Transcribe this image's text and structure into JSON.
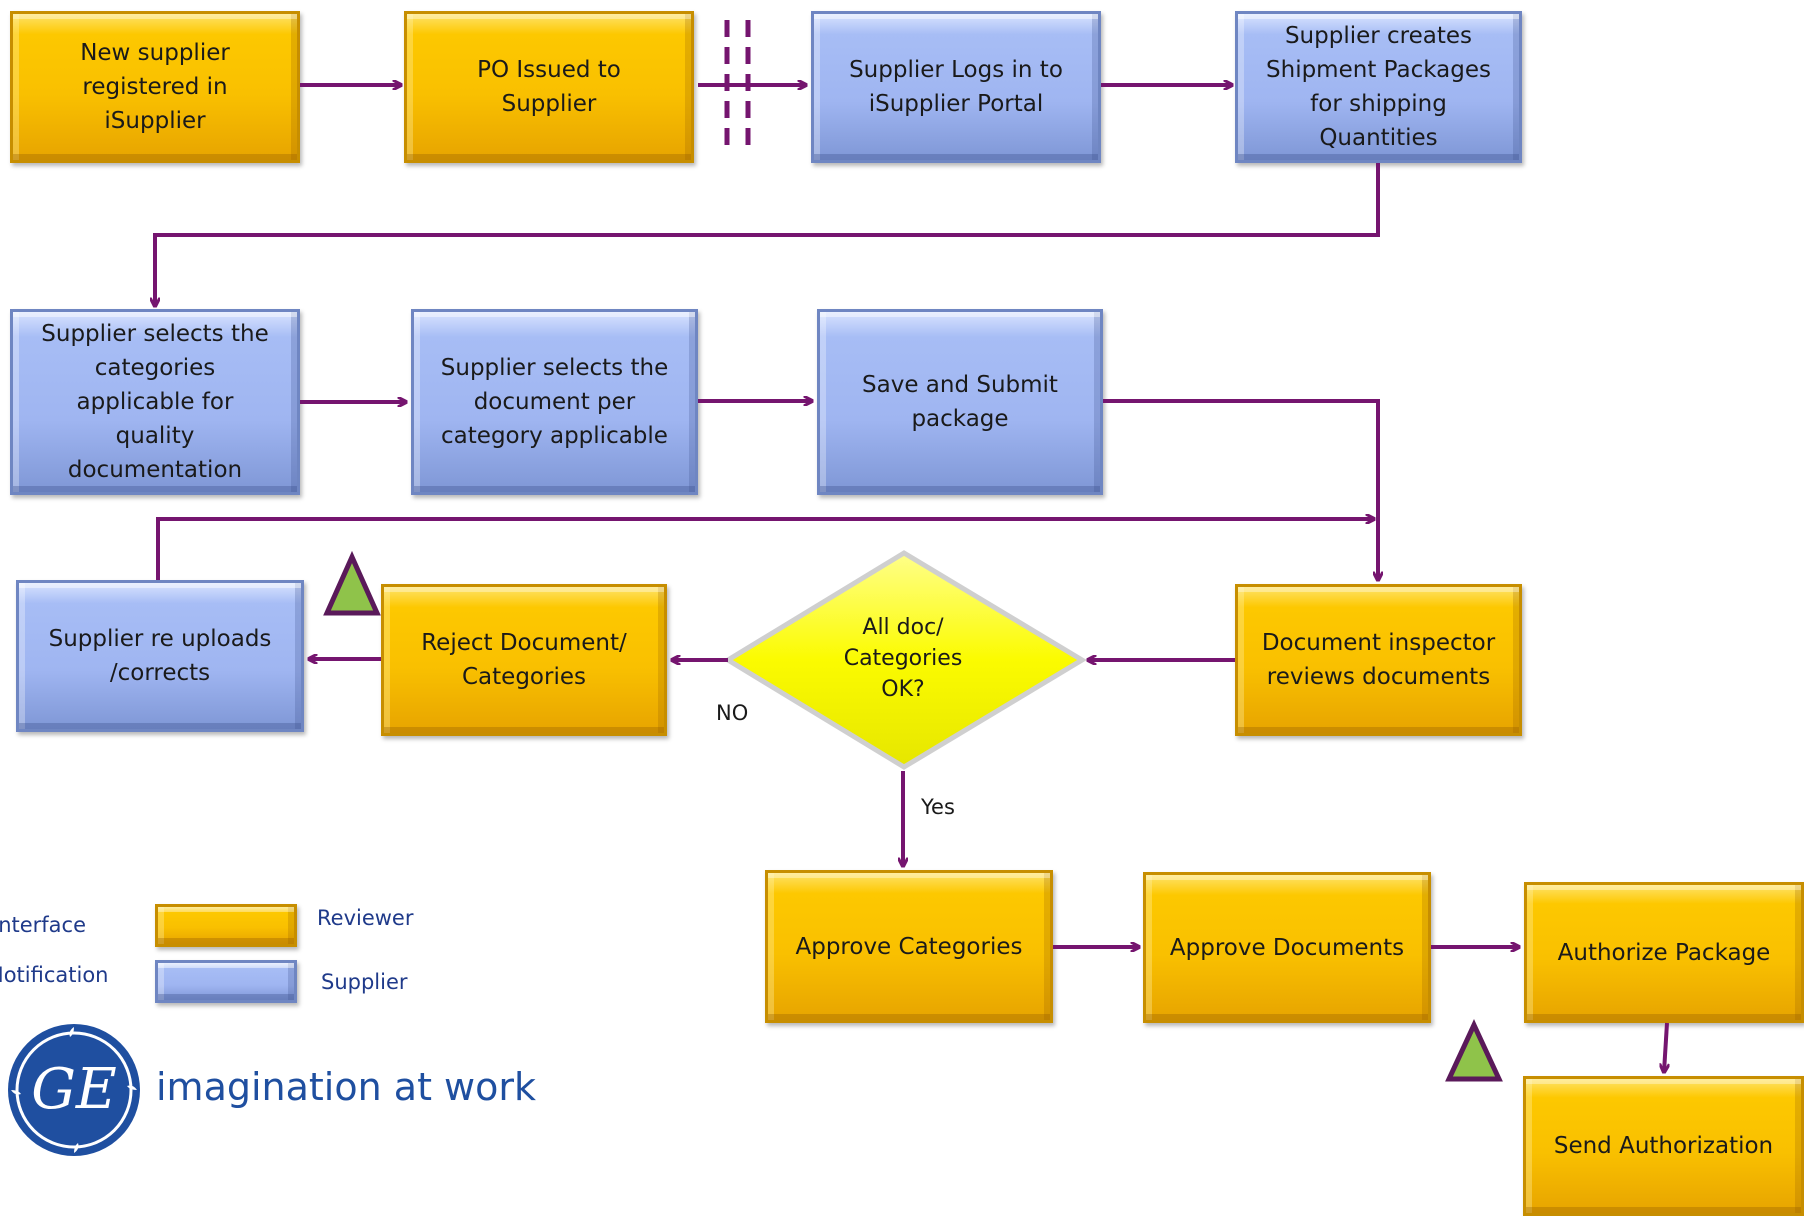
{
  "nodes": {
    "new_supplier": "New supplier\nregistered in\niSupplier",
    "po_issued": "PO Issued to\nSupplier",
    "supplier_logs_in": "Supplier Logs in to\niSupplier Portal",
    "creates_packages": "Supplier creates\nShipment Packages\nfor shipping\nQuantities",
    "selects_categories": "Supplier selects the\ncategories\napplicable for\nquality\ndocumentation",
    "selects_document": "Supplier selects the\ndocument per\ncategory applicable",
    "save_submit": "Save and Submit\npackage",
    "inspector_reviews": "Document inspector\nreviews documents",
    "decision": "All doc/\nCategories\nOK?",
    "reject": "Reject Document/\nCategories",
    "reuploads": "Supplier re uploads\n/corrects",
    "approve_categories": "Approve Categories",
    "approve_documents": "Approve Documents",
    "authorize_package": "Authorize Package",
    "send_authorization": "Send Authorization"
  },
  "edge_labels": {
    "no": "NO",
    "yes": "Yes"
  },
  "legend": {
    "interface": "Interface",
    "notification": "Notification",
    "reviewer": "Reviewer",
    "supplier": "Supplier"
  },
  "brand": {
    "logo_text": "GE",
    "tagline": "imagination at work"
  },
  "colors": {
    "reviewer": "#f9c000",
    "supplier": "#9fb5f1",
    "decision": "#fbfb00",
    "connector": "#75156f",
    "triangle_fill": "#8fc34a",
    "label_text": "#1f3a8a",
    "ge_blue": "#1f4fa0"
  }
}
